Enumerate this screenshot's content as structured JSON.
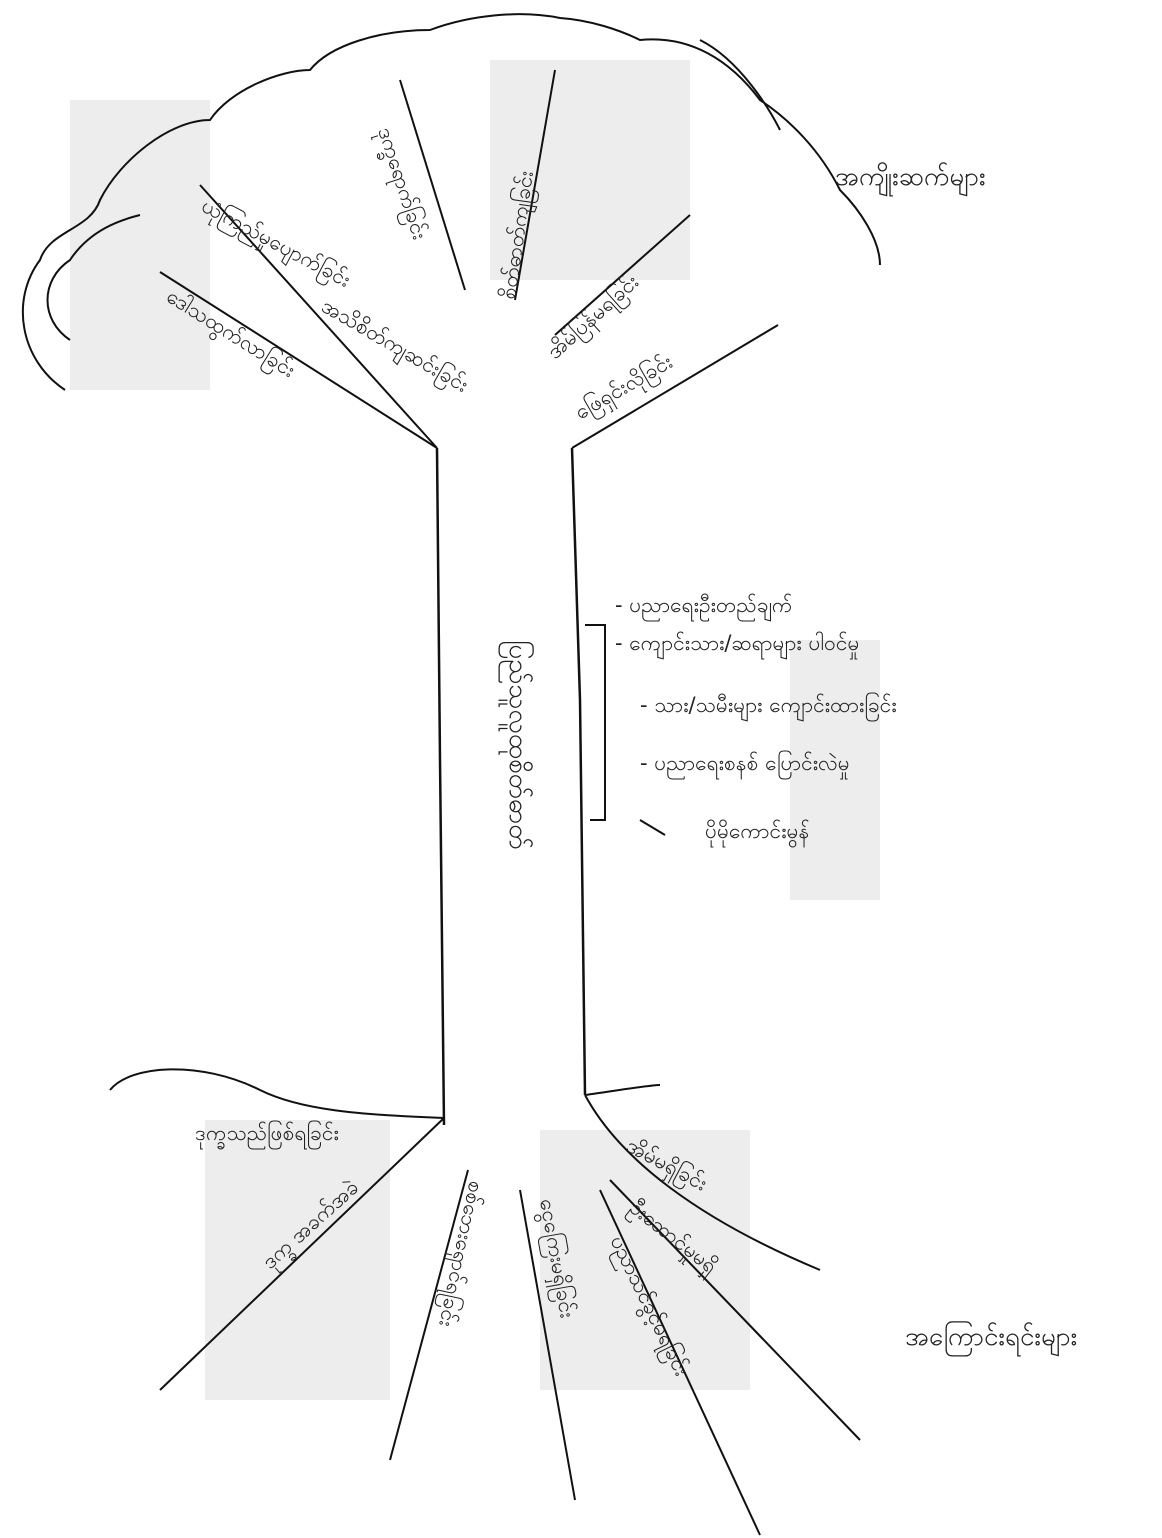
{
  "title": "",
  "trunk_label": "ပြည်သူလူထုစိတ်ဓာတ်",
  "canopy": {
    "label": "အကျိုးဆက်များ",
    "branches": [
      {
        "label": "ဒေါသထွက်လာခြင်း"
      },
      {
        "label": "ယုံကြည်မှုပျောက်ခြင်း"
      },
      {
        "label": "ဒုက္ခရောက်ခြင်း"
      },
      {
        "label": "စိတ်ဓာတ်ကျခြင်း"
      },
      {
        "label": "အိမ်ပြန်မရခြင်း"
      },
      {
        "label": "ဖြေရှင်းလိုခြင်း"
      },
      {
        "label": "အသိစိတ်ကျဆင်းခြင်း"
      }
    ]
  },
  "trunk_notes": [
    {
      "label": "- ပညာရေးဦးတည်ချက်"
    },
    {
      "label": "- ကျောင်းသား/ဆရာများ ပါဝင်မှု"
    },
    {
      "label": "- သား/သမီးများ ကျောင်းထားခြင်း"
    },
    {
      "label": "- ပညာရေးစနစ် ပြောင်းလဲမှု"
    },
    {
      "label": "ပိုမိုကောင်းမွန်"
    }
  ],
  "roots": {
    "label": "အကြောင်းရင်းများ",
    "branches": [
      {
        "label": "ဒုက္ခသည်ဖြစ်ရခြင်း"
      },
      {
        "label": "ဒုက္ခ အခက်အခဲ"
      },
      {
        "label": "စစ်ဘေးရှောင်ရခြင်း"
      },
      {
        "label": "ငွေကြေးမရှိခြင်း"
      },
      {
        "label": "ပညာသင်ခွင့်မရခြင်း"
      },
      {
        "label": "ဦးဆောင်မှုမရှိ"
      },
      {
        "label": "အိမ်မရှိခြင်း"
      }
    ]
  }
}
